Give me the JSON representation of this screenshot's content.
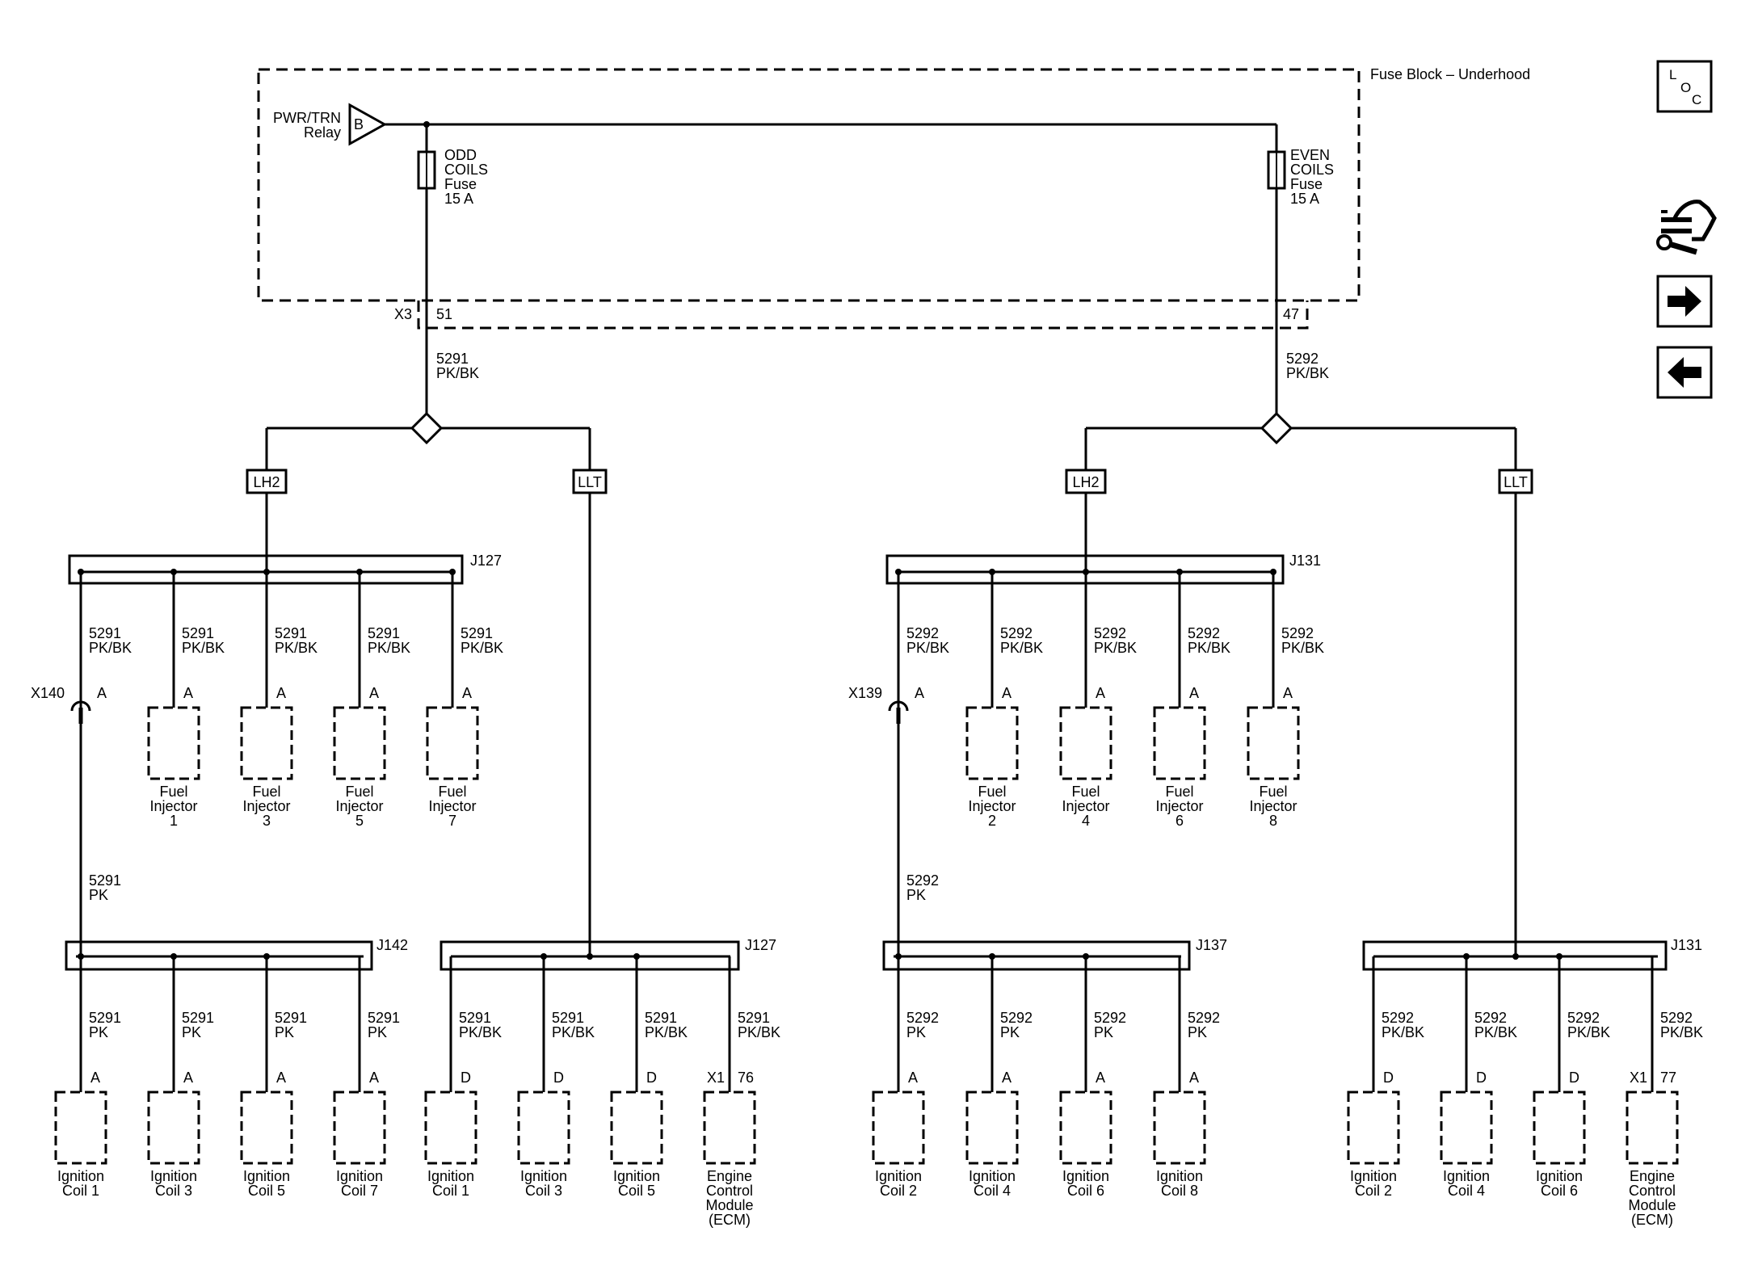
{
  "fuse_block": {
    "title": "Fuse Block – Underhood"
  },
  "relay": {
    "label_line1": "PWR/TRN",
    "label_line2": "Relay",
    "pin": "B"
  },
  "fuses": {
    "odd": {
      "line1": "ODD",
      "line2": "COILS",
      "line3": "Fuse",
      "line4": "15 A",
      "pin": "51",
      "connector": "X3"
    },
    "even": {
      "line1": "EVEN",
      "line2": "COILS",
      "line3": "Fuse",
      "line4": "15 A",
      "pin": "47"
    }
  },
  "left": {
    "feed": {
      "circuit": "5291",
      "color": "PK/BK"
    },
    "options": [
      "LH2",
      "LLT"
    ],
    "splice_top": "J127",
    "inline": {
      "name": "X140",
      "pin": "A"
    },
    "injector_wires": [
      {
        "circuit": "5291",
        "color": "PK/BK"
      },
      {
        "circuit": "5291",
        "color": "PK/BK"
      },
      {
        "circuit": "5291",
        "color": "PK/BK"
      },
      {
        "circuit": "5291",
        "color": "PK/BK"
      },
      {
        "circuit": "5291",
        "color": "PK/BK"
      }
    ],
    "injectors": [
      {
        "pin": "A",
        "line1": "Fuel",
        "line2": "Injector",
        "line3": "1"
      },
      {
        "pin": "A",
        "line1": "Fuel",
        "line2": "Injector",
        "line3": "3"
      },
      {
        "pin": "A",
        "line1": "Fuel",
        "line2": "Injector",
        "line3": "5"
      },
      {
        "pin": "A",
        "line1": "Fuel",
        "line2": "Injector",
        "line3": "7"
      }
    ],
    "riser": {
      "circuit": "5291",
      "color": "PK"
    },
    "splice_a": "J142",
    "splice_b": "J127",
    "coils_a": [
      {
        "circuit": "5291",
        "color": "PK",
        "pin": "A",
        "line1": "Ignition",
        "line2": "Coil 1"
      },
      {
        "circuit": "5291",
        "color": "PK",
        "pin": "A",
        "line1": "Ignition",
        "line2": "Coil 3"
      },
      {
        "circuit": "5291",
        "color": "PK",
        "pin": "A",
        "line1": "Ignition",
        "line2": "Coil 5"
      },
      {
        "circuit": "5291",
        "color": "PK",
        "pin": "A",
        "line1": "Ignition",
        "line2": "Coil 7"
      }
    ],
    "coils_b": [
      {
        "circuit": "5291",
        "color": "PK/BK",
        "pin": "D",
        "line1": "Ignition",
        "line2": "Coil 1"
      },
      {
        "circuit": "5291",
        "color": "PK/BK",
        "pin": "D",
        "line1": "Ignition",
        "line2": "Coil 3"
      },
      {
        "circuit": "5291",
        "color": "PK/BK",
        "pin": "D",
        "line1": "Ignition",
        "line2": "Coil 5"
      }
    ],
    "ecm": {
      "circuit": "5291",
      "color": "PK/BK",
      "conn": "X1",
      "pin": "76",
      "line1": "Engine",
      "line2": "Control",
      "line3": "Module",
      "line4": "(ECM)"
    }
  },
  "right": {
    "feed": {
      "circuit": "5292",
      "color": "PK/BK"
    },
    "options": [
      "LH2",
      "LLT"
    ],
    "splice_top": "J131",
    "inline": {
      "name": "X139",
      "pin": "A"
    },
    "injector_wires": [
      {
        "circuit": "5292",
        "color": "PK/BK"
      },
      {
        "circuit": "5292",
        "color": "PK/BK"
      },
      {
        "circuit": "5292",
        "color": "PK/BK"
      },
      {
        "circuit": "5292",
        "color": "PK/BK"
      },
      {
        "circuit": "5292",
        "color": "PK/BK"
      }
    ],
    "injectors": [
      {
        "pin": "A",
        "line1": "Fuel",
        "line2": "Injector",
        "line3": "2"
      },
      {
        "pin": "A",
        "line1": "Fuel",
        "line2": "Injector",
        "line3": "4"
      },
      {
        "pin": "A",
        "line1": "Fuel",
        "line2": "Injector",
        "line3": "6"
      },
      {
        "pin": "A",
        "line1": "Fuel",
        "line2": "Injector",
        "line3": "8"
      }
    ],
    "riser": {
      "circuit": "5292",
      "color": "PK"
    },
    "splice_a": "J137",
    "splice_b": "J131",
    "coils_a": [
      {
        "circuit": "5292",
        "color": "PK",
        "pin": "A",
        "line1": "Ignition",
        "line2": "Coil 2"
      },
      {
        "circuit": "5292",
        "color": "PK",
        "pin": "A",
        "line1": "Ignition",
        "line2": "Coil 4"
      },
      {
        "circuit": "5292",
        "color": "PK",
        "pin": "A",
        "line1": "Ignition",
        "line2": "Coil 6"
      },
      {
        "circuit": "5292",
        "color": "PK",
        "pin": "A",
        "line1": "Ignition",
        "line2": "Coil 8"
      }
    ],
    "coils_b": [
      {
        "circuit": "5292",
        "color": "PK/BK",
        "pin": "D",
        "line1": "Ignition",
        "line2": "Coil 2"
      },
      {
        "circuit": "5292",
        "color": "PK/BK",
        "pin": "D",
        "line1": "Ignition",
        "line2": "Coil 4"
      },
      {
        "circuit": "5292",
        "color": "PK/BK",
        "pin": "D",
        "line1": "Ignition",
        "line2": "Coil 6"
      }
    ],
    "ecm": {
      "circuit": "5292",
      "color": "PK/BK",
      "conn": "X1",
      "pin": "77",
      "line1": "Engine",
      "line2": "Control",
      "line3": "Module",
      "line4": "(ECM)"
    }
  },
  "sidebar": {
    "loc_button": {
      "l": "L",
      "o": "O",
      "c": "C"
    },
    "icons": [
      "component-locator-icon",
      "hand-wrench-icon",
      "arrow-right-icon",
      "arrow-left-icon"
    ]
  }
}
